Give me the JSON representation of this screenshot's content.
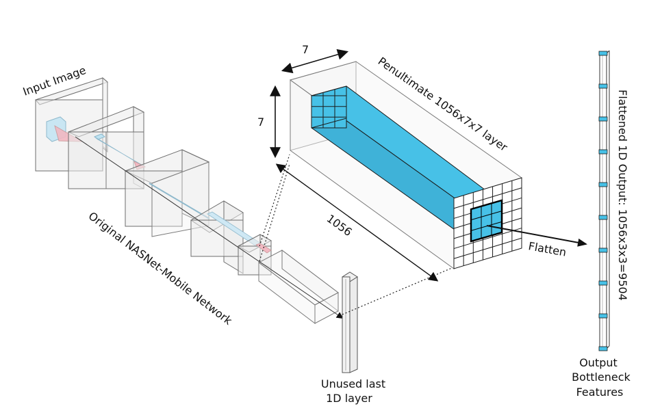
{
  "labels": {
    "input_image": "Input Image",
    "network": "Original NASNet-Mobile Network",
    "dim_width": "7",
    "dim_height": "7",
    "dim_depth": "1056",
    "penultimate": "Penultimate 1056x7x7 layer",
    "flatten": "Flatten",
    "unused_line1": "Unused last",
    "unused_line2": "1D layer",
    "flattened_output": "Flattened 1D Output: 1056x3x3=9504",
    "output_line1": "Output",
    "output_line2": "Bottleneck",
    "output_line3": "Features"
  },
  "colors": {
    "feature_cyan": "#47c1e7",
    "input_pink": "#f2b8c2",
    "input_blue": "#bfe3f2",
    "outline": "#1a1a1a",
    "layer_gray": "#ebebeb"
  }
}
